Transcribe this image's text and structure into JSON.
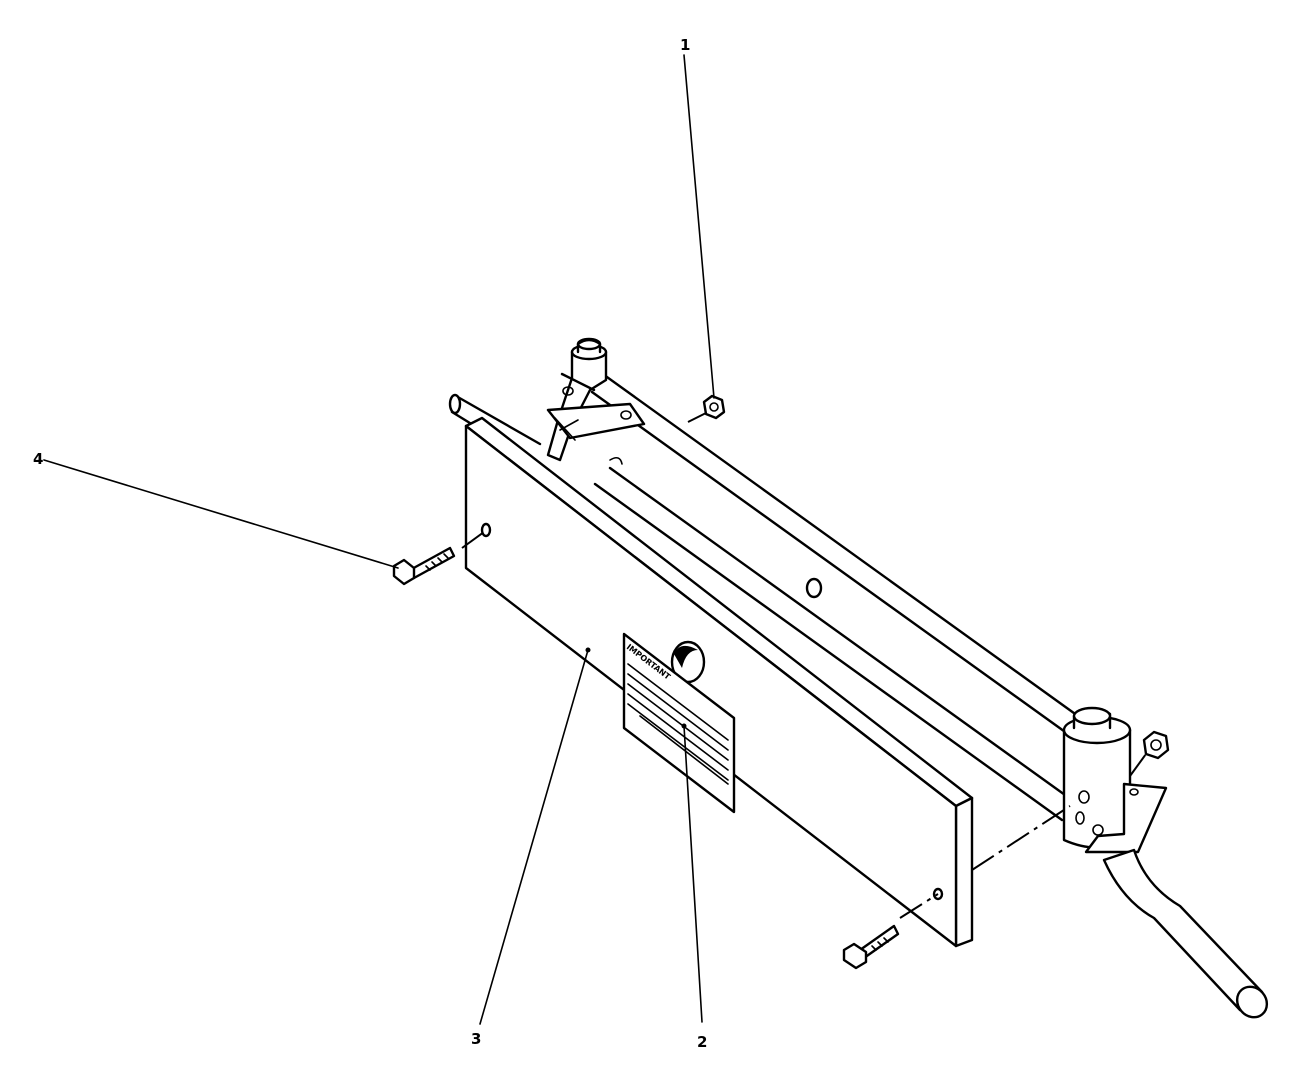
{
  "callouts": [
    {
      "id": "1",
      "label": "1",
      "part": "nut"
    },
    {
      "id": "2",
      "label": "2",
      "part": "decal"
    },
    {
      "id": "3",
      "label": "3",
      "part": "board"
    },
    {
      "id": "4",
      "label": "4",
      "part": "bolt"
    }
  ],
  "decal": {
    "heading": "IMPORTANT"
  },
  "colors": {
    "ink": "#000000",
    "paper": "#ffffff"
  }
}
